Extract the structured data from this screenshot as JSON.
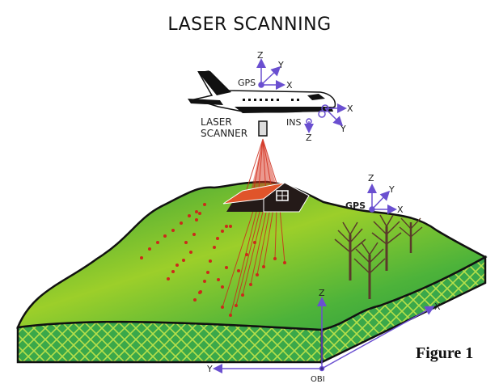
{
  "title": "LASER SCANNING",
  "figure_label": "Figure 1",
  "aircraft": {
    "gps": {
      "label": "GPS",
      "axes": {
        "x": "X",
        "y": "Y",
        "z": "Z"
      }
    },
    "ins": {
      "label": "INS",
      "axes": {
        "x": "X",
        "y": "Y",
        "z": "Z"
      }
    },
    "scanner_label_line1": "LASER",
    "scanner_label_line2": "SCANNER"
  },
  "ground_gps": {
    "label": "GPS",
    "axes": {
      "x": "X",
      "y": "Y",
      "z": "Z"
    }
  },
  "origin": {
    "label": "OBI",
    "axes": {
      "x": "X",
      "y": "Y",
      "z": "Z"
    }
  },
  "colors": {
    "axis": "#6a4fd0",
    "laser": "#cc2a1a",
    "terrain_light": "#9ccf2a",
    "terrain_dark": "#2e9e3a",
    "soil": "#3aa84a",
    "hatch": "#b6e04a",
    "roof": "#e0542a",
    "house": "#241a18",
    "tree": "#5a3a2a"
  }
}
